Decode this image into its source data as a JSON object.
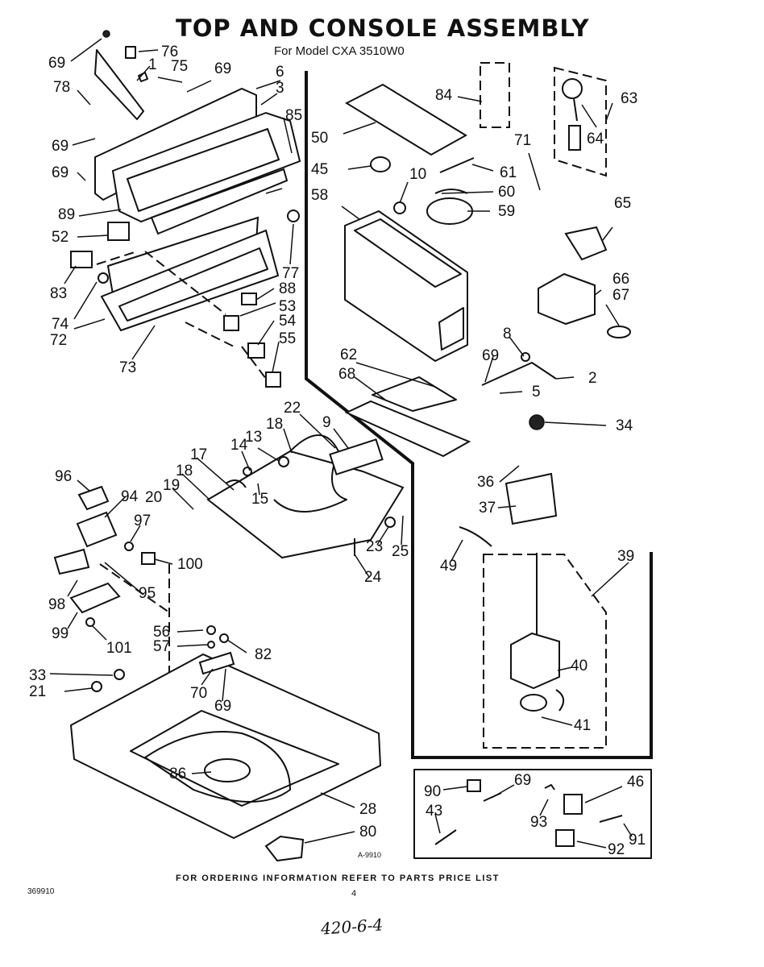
{
  "title": "TOP AND CONSOLE ASSEMBLY",
  "subtitle": "For Model CXA 3510W0",
  "footer_note": "FOR ORDERING INFORMATION REFER TO PARTS PRICE LIST",
  "doc_number": "369910",
  "page_number": "4",
  "handwritten_note": "420-6-4",
  "drawing_code": "A-9910",
  "callouts": [
    "69",
    "76",
    "1",
    "75",
    "69",
    "6",
    "3",
    "78",
    "85",
    "69",
    "69",
    "89",
    "52",
    "83",
    "74",
    "72",
    "73",
    "77",
    "88",
    "53",
    "54",
    "55",
    "84",
    "50",
    "45",
    "10",
    "61",
    "60",
    "58",
    "59",
    "71",
    "63",
    "64",
    "65",
    "66",
    "67",
    "8",
    "69",
    "2",
    "5",
    "62",
    "68",
    "34",
    "22",
    "9",
    "18",
    "13",
    "14",
    "17",
    "18",
    "15",
    "19",
    "20",
    "96",
    "94",
    "97",
    "100",
    "98",
    "95",
    "99",
    "101",
    "23",
    "25",
    "24",
    "36",
    "37",
    "49",
    "39",
    "40",
    "41",
    "56",
    "57",
    "82",
    "33",
    "21",
    "70",
    "69",
    "86",
    "28",
    "80",
    "90",
    "69",
    "43",
    "46",
    "93",
    "92",
    "91"
  ]
}
